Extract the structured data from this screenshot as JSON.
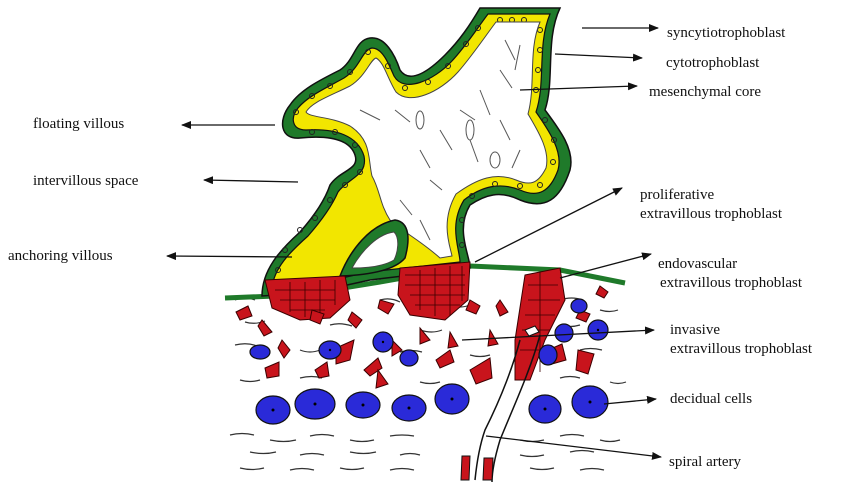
{
  "labels": {
    "syncytiotrophoblast": "syncytiotrophoblast",
    "cytotrophoblast": "cytotrophoblast",
    "mesenchymal_core": "mesenchymal core",
    "floating_villous": "floating villous",
    "intervillous_space": "intervillous space",
    "anchoring_villous": "anchoring villous",
    "proliferative_evt": [
      "proliferative",
      "extravillous trophoblast"
    ],
    "endovascular_evt": [
      "endovascular",
      "extravillous trophoblast"
    ],
    "invasive_evt": [
      "invasive",
      "extravillous trophoblast"
    ],
    "decidual_cells": "decidual cells",
    "spiral_artery": "spiral artery"
  },
  "colors": {
    "syncytio_green": "#1f7a2a",
    "cyto_yellow": "#f2e600",
    "trophoblast_red": "#c8141c",
    "decidual_blue": "#2a2ad8",
    "outline": "#111111"
  }
}
